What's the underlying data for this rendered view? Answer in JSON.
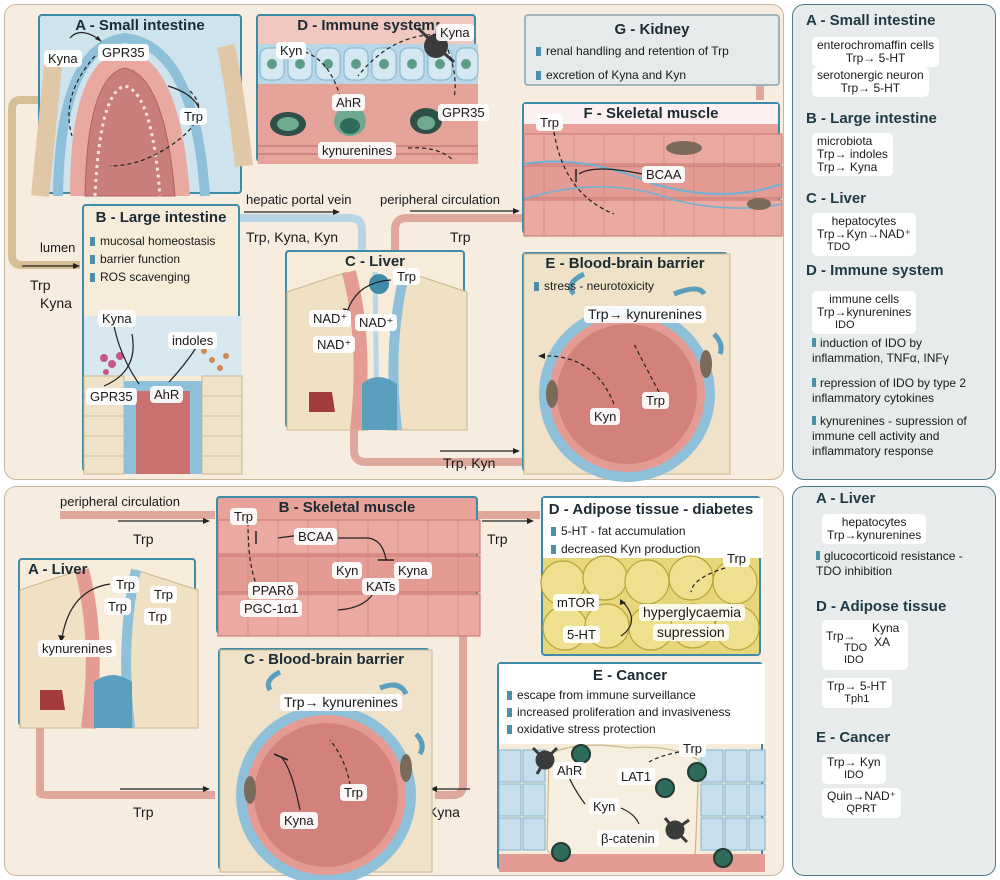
{
  "top": {
    "small_intestine": {
      "title": "A - Small intestine",
      "labels": [
        "Kyna",
        "GPR35",
        "Trp"
      ]
    },
    "immune": {
      "title": "D - Immune system",
      "labels": [
        "Kyn",
        "Kyna",
        "AhR",
        "GPR35",
        "kynurenines"
      ]
    },
    "kidney": {
      "title": "G - Kidney",
      "bullets": [
        "renal handling and retention of Trp",
        "excretion of Kyna and Kyn"
      ]
    },
    "muscle": {
      "title": "F - Skeletal muscle",
      "labels": [
        "Trp",
        "BCAA"
      ]
    },
    "large_intestine": {
      "title": "B - Large intestine",
      "bullets": [
        "mucosal homeostasis",
        "barrier function",
        "ROS scavenging"
      ],
      "labels": [
        "Kyna",
        "indoles",
        "GPR35",
        "AhR"
      ]
    },
    "liver": {
      "title": "C - Liver",
      "labels": [
        "Trp",
        "NAD⁺",
        "NAD⁺",
        "NAD⁺"
      ]
    },
    "bbb": {
      "title": "E - Blood-brain barrier",
      "bullets": [
        "stress - neurotoxicity"
      ],
      "labels": [
        "Trp→ kynurenines",
        "Kyn",
        "Trp"
      ]
    },
    "flows": {
      "lumen": "lumen",
      "lumen_content_1": "Trp",
      "lumen_content_2": "Kyna",
      "portal": "hepatic portal vein",
      "portal_content": "Trp, Kyna, Kyn",
      "peripheral": "peripheral  circulation",
      "peripheral_content": "Trp",
      "liver_out": "Trp, Kyn"
    }
  },
  "bottom": {
    "liver": {
      "title": "A - Liver",
      "labels": [
        "Trp",
        "Trp",
        "Trp",
        "Trp",
        "kynurenines"
      ]
    },
    "muscle": {
      "title": "B - Skeletal muscle",
      "labels": [
        "Trp",
        "BCAA",
        "Kyn",
        "Kyna",
        "KATs",
        "PPARδ",
        "PGC-1α1"
      ]
    },
    "adipose": {
      "title": "D - Adipose tissue - diabetes",
      "bullets": [
        "5-HT - fat accumulation",
        "decreased Kyn production"
      ],
      "labels": [
        "Trp",
        "mTOR",
        "5-HT",
        "hyperglycaemia",
        "supression"
      ]
    },
    "bbb": {
      "title": "C - Blood-brain barrier",
      "labels": [
        "Trp→ kynurenines",
        "Kyna",
        "Trp"
      ]
    },
    "cancer": {
      "title": "E - Cancer",
      "bullets": [
        "escape from immune surveillance",
        "increased proliferation and invasiveness",
        "oxidative stress protection"
      ],
      "labels": [
        "Trp",
        "AhR",
        "LAT1",
        "Kyn",
        "β-catenin"
      ]
    },
    "flows": {
      "peripheral": "peripheral  circulation",
      "trp_1": "Trp",
      "trp_2": "Trp",
      "trp_3": "Trp",
      "kyna": "Kyna"
    }
  },
  "side_top": {
    "sections": [
      {
        "title": "A - Small intestine",
        "cards": [
          [
            "enterochromaffin cells",
            "Trp→ 5-HT"
          ],
          [
            "serotonergic neuron",
            "Trp→ 5-HT"
          ]
        ]
      },
      {
        "title": "B - Large intestine",
        "cards": [
          [
            "microbiota",
            "Trp→ indoles",
            "Trp→ Kyna"
          ]
        ]
      },
      {
        "title": "C - Liver",
        "cards": [
          [
            "hepatocytes",
            "Trp→Kyn→NAD⁺",
            "TDO"
          ]
        ]
      },
      {
        "title": "D - Immune system",
        "cards": [
          [
            "immune cells",
            "Trp→kynurenines",
            "IDO"
          ]
        ]
      }
    ],
    "bullets": [
      "induction of IDO by inflammation, TNFα, INFγ",
      "repression of IDO by type 2 inflammatory cytokines",
      "kynurenines - supression of immune cell activity and inflammatory response"
    ]
  },
  "side_bottom": {
    "liver": {
      "title": "A - Liver",
      "card": [
        "hepatocytes",
        "Trp→kynurenines"
      ],
      "bullet": "glucocorticoid resistance - TDO inhibition"
    },
    "adipose": {
      "title": "D - Adipose tissue",
      "card1": [
        "Kyna",
        "Trp→",
        "TDO",
        "XA",
        "IDO"
      ],
      "card2": [
        "Trp→ 5-HT",
        "Tph1"
      ]
    },
    "cancer": {
      "title": "E - Cancer",
      "card1": [
        "Trp→ Kyn",
        "IDO"
      ],
      "card2": [
        "Quin→NAD⁺",
        "QPRT"
      ]
    }
  },
  "colors": {
    "panel_border": "#3e8aa9",
    "vessel": "#d99a8f",
    "tissue_pink": "#e9a8a0",
    "epithelium_blue": "#b9d6e6",
    "section_bg": "#f6ecdf",
    "side_bg": "#e7ebec"
  }
}
